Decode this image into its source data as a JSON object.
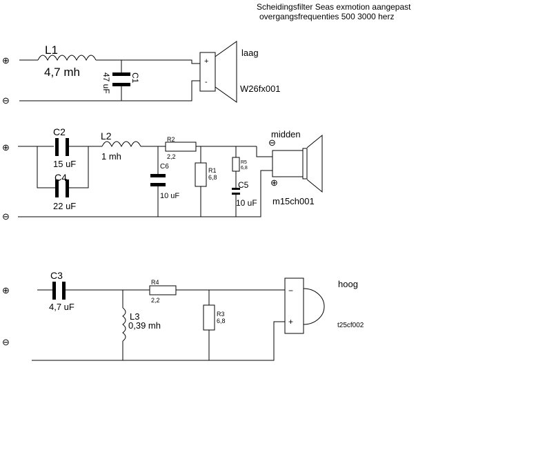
{
  "title": {
    "line1": "Scheidingsfilter Seas exmotion aangepast",
    "line2": "overgangsfrequenties 500 3000 herz"
  },
  "terminals": {
    "plus": "⊕",
    "minus": "⊖"
  },
  "woofer": {
    "inductor": {
      "name": "L1",
      "value": "4,7 mh"
    },
    "capacitor": {
      "name": "C1",
      "value": "47 uF"
    },
    "speaker": {
      "role": "laag",
      "model": "W26fx001",
      "plus": "+",
      "minus": "-"
    }
  },
  "mid": {
    "c2": {
      "name": "C2",
      "value": "15 uF"
    },
    "c4": {
      "name": "C4",
      "value": "22 uF"
    },
    "l2": {
      "name": "L2",
      "value": "1 mh"
    },
    "c6": {
      "name": "C6",
      "value": "10 uF"
    },
    "r2": {
      "name": "R2",
      "value": "2,2"
    },
    "r1": {
      "name": "R1",
      "value": "6,8"
    },
    "r5": {
      "name": "R5",
      "value": "6,8"
    },
    "c5": {
      "name": "C5",
      "value": "10 uF"
    },
    "speaker": {
      "role": "midden",
      "model": "m15ch001"
    }
  },
  "tweeter": {
    "c3": {
      "name": "C3",
      "value": "4,7 uF"
    },
    "r4": {
      "name": "R4",
      "value": "2,2"
    },
    "l3": {
      "name": "L3",
      "value": "0,39 mh"
    },
    "r3": {
      "name": "R3",
      "value": "6,8"
    },
    "speaker": {
      "role": "hoog",
      "model": "t25cf002",
      "plus": "+",
      "minus": "−"
    }
  }
}
